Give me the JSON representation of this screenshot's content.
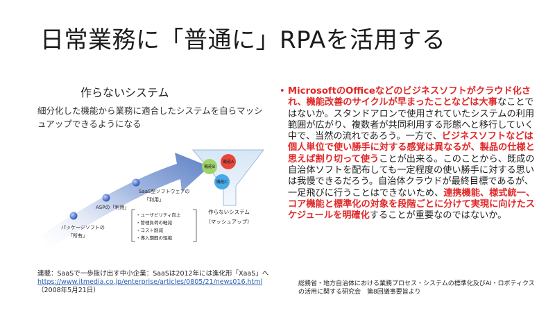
{
  "title": "日常業務に「普通に」RPAを活用する",
  "left": {
    "heading": "作らないシステム",
    "subheading": "細分化した機能から業務に適合したシステムを自らマッシュアップできるようになる",
    "figure": {
      "step1_line1": "パッケージソフトの",
      "step1_line2": "「所有」",
      "step2": "ASPの「利用」",
      "step3_line1": "SaaS型ソフトウェアの",
      "step3_line2": "「利用」",
      "features": [
        "・ユーザビリティ向上",
        "・管理負荷の軽減",
        "・コスト削減",
        "・導入期間の短縮"
      ],
      "funnel_labels": [
        "機能B",
        "機能A",
        "機能C"
      ],
      "funnel_caption_1": "作らないシステム",
      "funnel_caption_2": "（マッシュアップ）"
    },
    "caption_line1": "連載：SaaSで一歩抜け出す中小企業：SaaSは2012年には進化形「XaaS」へ",
    "caption_link": "https://www.itmedia.co.jp/enterprise/articles/0805/21/news016.html",
    "caption_line3": "（2008年5月21日）"
  },
  "right": {
    "bullet": "•",
    "seg1": "MicrosoftのOfficeなどのビジネスソフトがクラウド化され、機能改善のサイクルが早まったことなどは大事",
    "seg2": "なことではないか。スタンドアロンで使用されていたシステムの利用範囲が広がり、複数者が共同利用する形態へと移行していく中で、当然の流れであろう。一方で、",
    "seg3": "ビジネスソフトなどは個人単位で使い勝手に対する感覚は異なるが、製品の仕様と思えば割り切って使う",
    "seg4": "ことが出来る。このことから、既成の自治体ソフトを配布しても一定程度の使い勝手に対する思いは我慢できるだろう。自治体クラウドが最終目標であるが、 一足飛びに行うことはできないため、",
    "seg5": "連携機能、様式統一、コア機能と標準化の対象を段階ごとに分けて実現に向けたスケジュールを明確化",
    "seg6": "することが重要なのではないか。",
    "source": "総務省・地方自治体における業務プロセス・システムの標準化及びAI・ロボティクスの活用に関する研究会　第8回議事要旨より"
  },
  "colors": {
    "accent_red": "#e02828",
    "arrow_blue": "#6f8fc9",
    "link_blue": "#2b5fb3"
  }
}
